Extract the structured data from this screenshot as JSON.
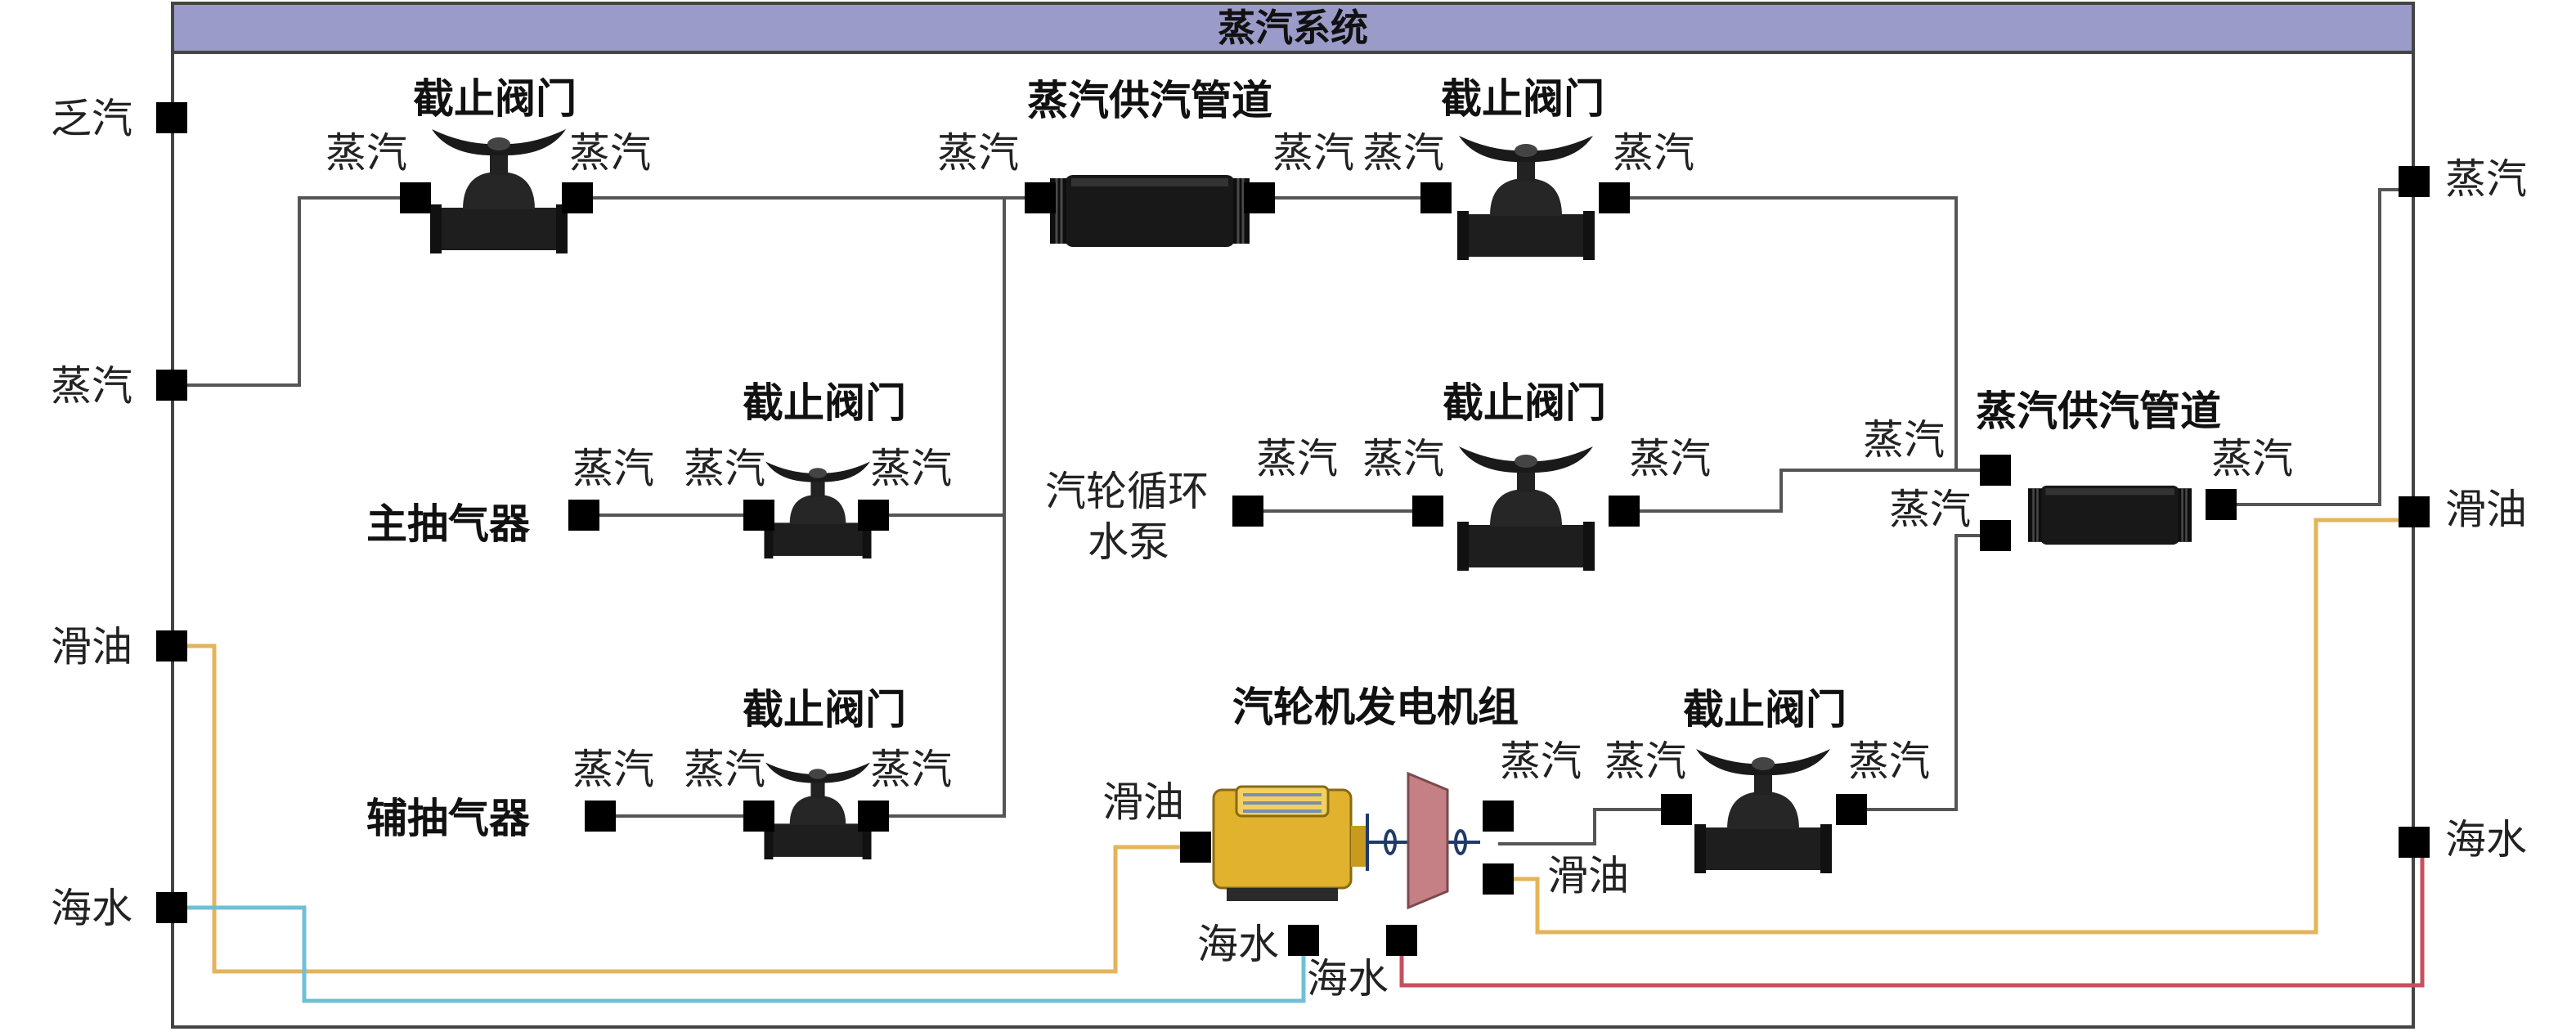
{
  "system_title": "蒸汽系统",
  "valve_title": "截止阀门",
  "pipe_title": "蒸汽供汽管道",
  "turbine_title": "汽轮机发电机组",
  "port_labels": {
    "steam": "蒸汽",
    "exhaust": "乏汽",
    "lube_oil": "滑油",
    "seawater": "海水"
  },
  "components": {
    "main_ejector": "主抽气器",
    "aux_ejector": "辅抽气器",
    "pump_line1": "汽轮循环",
    "pump_line2": "水泵"
  },
  "colors": {
    "header": "#9b9bc9",
    "wire": "#555555",
    "oil": "#e3b45a",
    "seawater": "#6fc0d6",
    "seawater_out": "#c6505d",
    "valve": "#1f1f1f",
    "generator": "#e0b22e",
    "turbine": "#c48085"
  }
}
